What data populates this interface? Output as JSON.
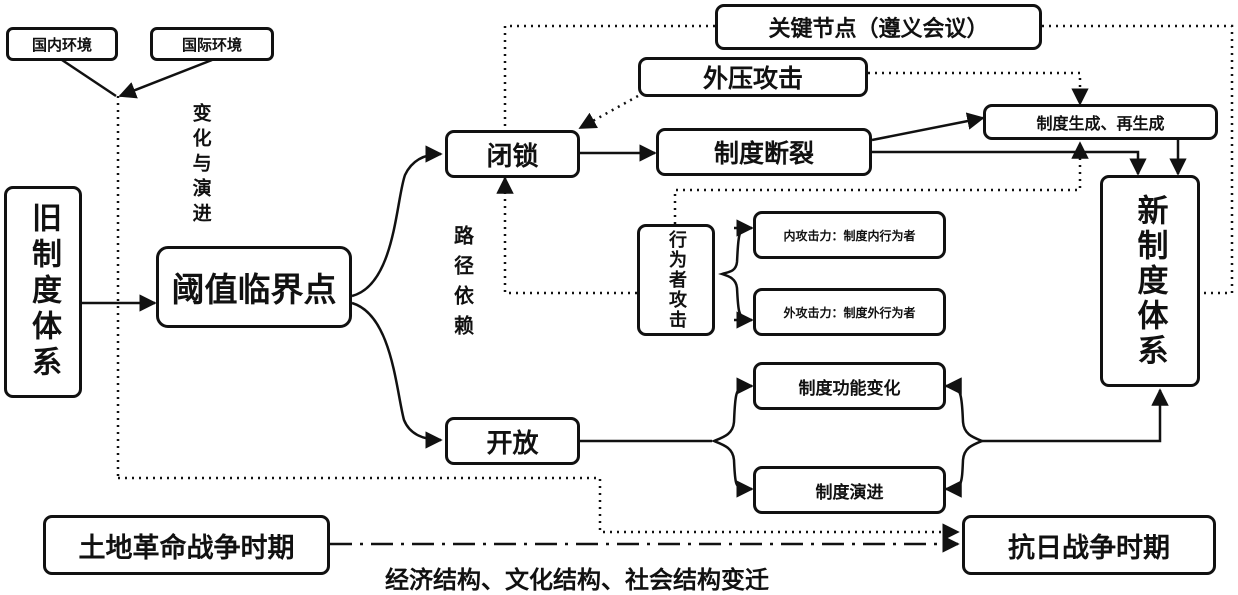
{
  "env": {
    "domestic": "国内环境",
    "international": "国际环境"
  },
  "change_label": "变化与演进",
  "old_system": "旧制度体系",
  "threshold": "阈值临界点",
  "path_label": "路径依赖",
  "lock": "闭锁",
  "open": "开放",
  "key_node": "关键节点（遵义会议）",
  "external_attack": "外压攻击",
  "rupture": "制度断裂",
  "regeneration": "制度生成、再生成",
  "actor_attack": "行为者攻击",
  "internal_actor": "内攻击力：制度内行为者",
  "external_actor": "外攻击力：制度外行为者",
  "function_change": "制度功能变化",
  "evolution": "制度演进",
  "new_system": "新制度体系",
  "period_start": "土地革命战争时期",
  "period_end": "抗日战争时期",
  "structure_change": "经济结构、文化结构、社会结构变迁"
}
